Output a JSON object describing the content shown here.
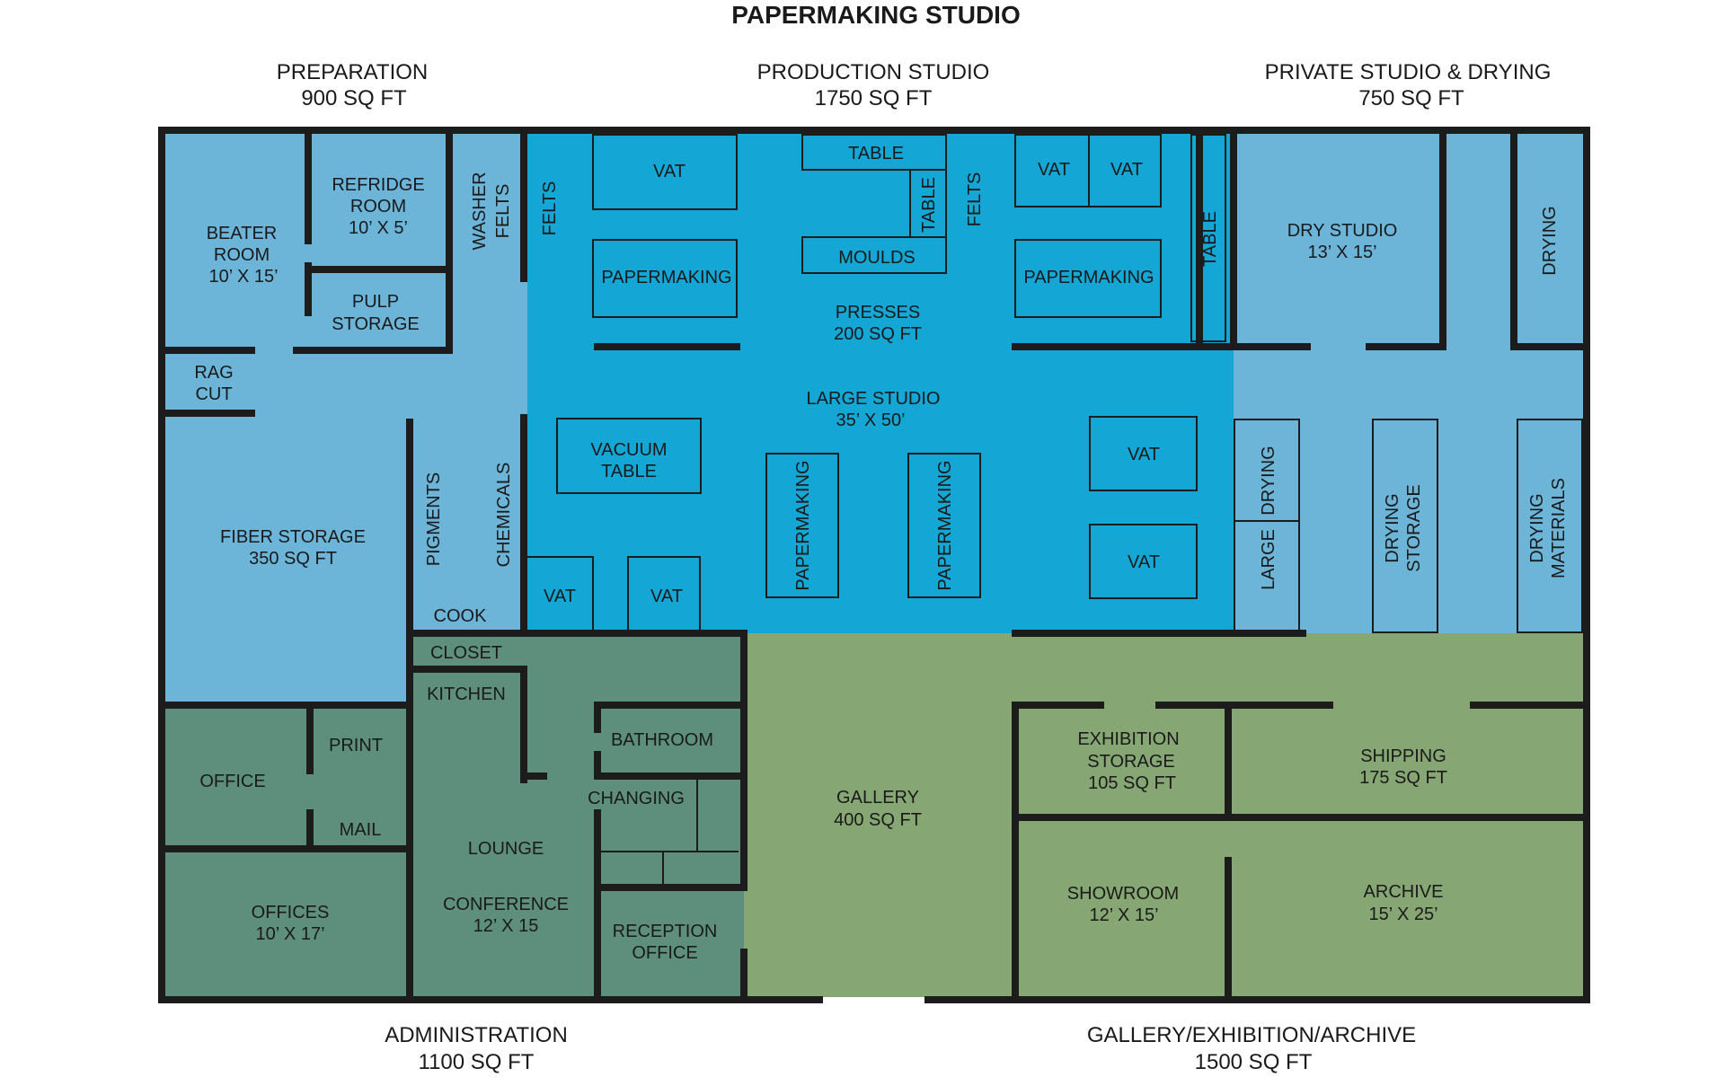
{
  "title": "PAPERMAKING STUDIO",
  "colors": {
    "preparation": "#6cb4d8",
    "production": "#14a6d4",
    "private": "#6cb4d8",
    "administration": "#5e8f7c",
    "gallery": "#86a673",
    "wall": "#1c1c1c",
    "fixture_outline": "#1c1c1c"
  },
  "zones": {
    "preparation": {
      "name": "PREPARATION",
      "area": "900 SQ FT"
    },
    "production": {
      "name": "PRODUCTION STUDIO",
      "area": "1750 SQ FT"
    },
    "private": {
      "name": "PRIVATE STUDIO & DRYING",
      "area": "750 SQ FT"
    },
    "administration": {
      "name": "ADMINISTRATION",
      "area": "1100 SQ FT"
    },
    "gallery": {
      "name": "GALLERY/EXHIBITION/ARCHIVE",
      "area": "1500 SQ FT"
    }
  },
  "rooms": {
    "beater_room": [
      "BEATER",
      "ROOM",
      "10’ X 15’"
    ],
    "refridge_room": [
      "REFRIDGE",
      "ROOM",
      "10’ X 5’"
    ],
    "pulp_storage": [
      "PULP",
      "STORAGE"
    ],
    "washer_felts": [
      "WASHER",
      "FELTS"
    ],
    "rag_cut": [
      "RAG",
      "CUT"
    ],
    "fiber_storage": [
      "FIBER STORAGE",
      "350 SQ FT"
    ],
    "pigments": "PIGMENTS",
    "chemicals": "CHEMICALS",
    "cook": "COOK",
    "closet": "CLOSET",
    "kitchen": "KITCHEN",
    "office": "OFFICE",
    "print": "PRINT",
    "mail": "MAIL",
    "offices": [
      "OFFICES",
      "10’ X 17’"
    ],
    "lounge": "LOUNGE",
    "conference": [
      "CONFERENCE",
      "12’ X 15"
    ],
    "bathroom": "BATHROOM",
    "changing": "CHANGING",
    "reception_office": [
      "RECEPTION",
      "OFFICE"
    ],
    "gallery": [
      "GALLERY",
      "400 SQ FT"
    ],
    "exhibition_storage": [
      "EXHIBITION",
      "STORAGE",
      "105 SQ FT"
    ],
    "shipping": [
      "SHIPPING",
      "175 SQ FT"
    ],
    "showroom": [
      "SHOWROOM",
      "12’ X 15’"
    ],
    "archive": [
      "ARCHIVE",
      "15’ X 25’"
    ],
    "presses": [
      "PRESSES",
      "200 SQ FT"
    ],
    "large_studio": [
      "LARGE STUDIO",
      "35’ X 50’"
    ],
    "dry_studio": [
      "DRY STUDIO",
      "13’ X 15’"
    ],
    "drying_right": "DRYING"
  },
  "fixtures": {
    "vat": "VAT",
    "table": "TABLE",
    "moulds": "MOULDS",
    "felts": "FELTS",
    "papermaking": "PAPERMAKING",
    "vacuum_table": [
      "VACUUM",
      "TABLE"
    ],
    "large_drying": [
      "LARGE",
      "DRYING"
    ],
    "drying_storage": [
      "DRYING",
      "STORAGE"
    ],
    "drying_materials": [
      "DRYING",
      "MATERIALS"
    ]
  }
}
